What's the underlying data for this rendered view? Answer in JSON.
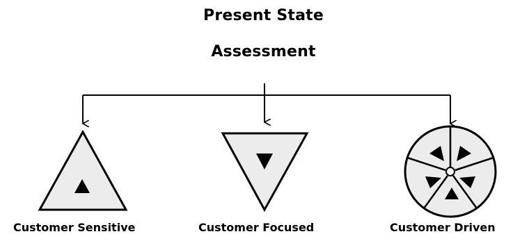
{
  "title": {
    "line1": "Present State",
    "line2": "Assessment"
  },
  "nodes": [
    {
      "label": "Customer Sensitive",
      "shape": "triangle-up-icon"
    },
    {
      "label": "Customer Focused",
      "shape": "triangle-down-icon"
    },
    {
      "label": "Customer Driven",
      "shape": "wheel-icon"
    }
  ],
  "colors": {
    "fill": "#ececec",
    "stroke": "#000000"
  }
}
